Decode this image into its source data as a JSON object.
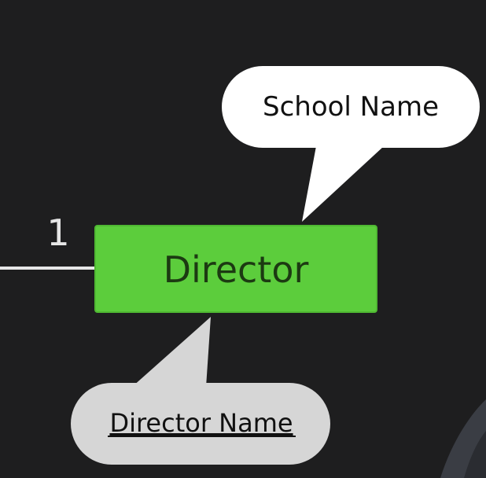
{
  "entity": {
    "label": "Director",
    "fill": "#5ccd3c",
    "text_color": "#1c3a12"
  },
  "cardinality": "1",
  "attributes": [
    {
      "label": "School Name",
      "key_attribute": false,
      "fill": "#ffffff"
    },
    {
      "label": "Director Name",
      "key_attribute": true,
      "fill": "#d6d6d6"
    }
  ],
  "colors": {
    "background": "#1e1e1f",
    "relationship_line": "#e6e6e6"
  }
}
